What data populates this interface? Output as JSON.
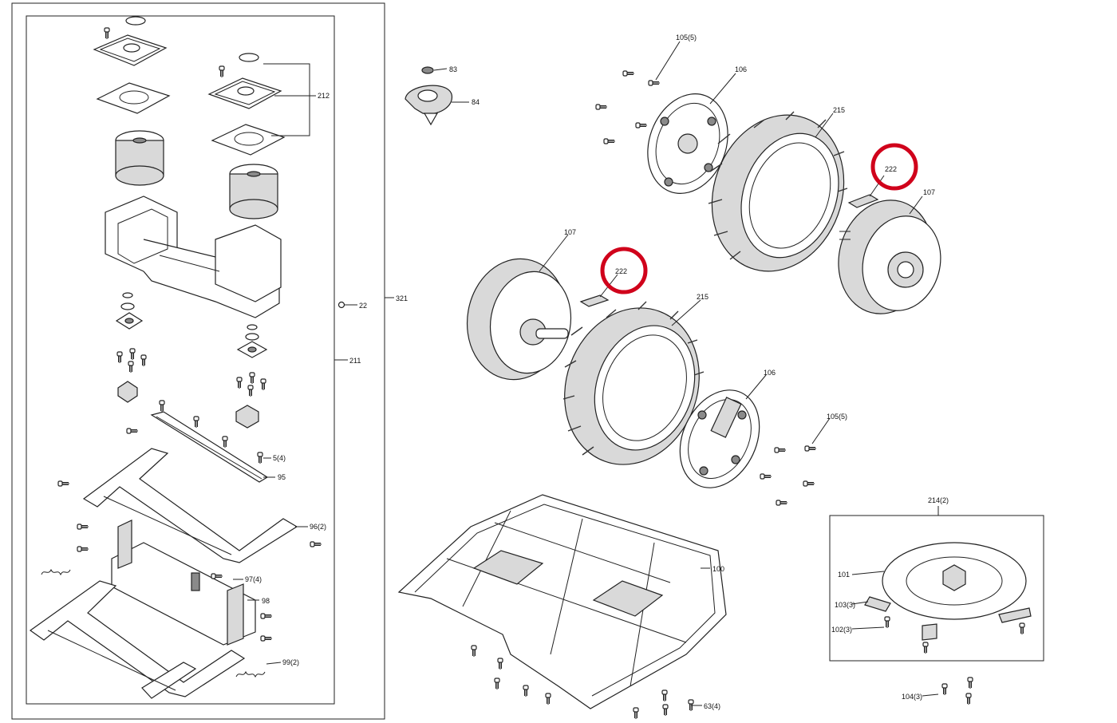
{
  "highlight_color": "#d0021b",
  "labels": {
    "l83": "83",
    "l84": "84",
    "l105a": "105(5)",
    "l106a": "106",
    "l215a": "215",
    "l222a": "222",
    "l107a": "107",
    "l107b": "107",
    "l222b": "222",
    "l215b": "215",
    "l106b": "106",
    "l105b": "105(5)",
    "l212": "212",
    "l22": "22",
    "l321": "321",
    "l211": "211",
    "l5": "5(4)",
    "l95": "95",
    "l96": "96(2)",
    "l97": "97(4)",
    "l98": "98",
    "l99": "99(2)",
    "l100": "100",
    "l63": "63(4)",
    "l214": "214(2)",
    "l101": "101",
    "l103": "103(3)",
    "l102": "102(3)",
    "l104": "104(3)"
  },
  "icons": {
    "circle_marker": "red-circle-highlight"
  }
}
